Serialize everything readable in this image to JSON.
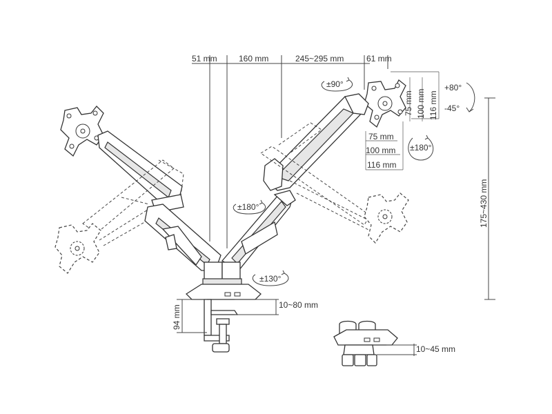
{
  "dimensions": {
    "top_51": "51 mm",
    "top_160": "160 mm",
    "top_245_295": "245~295 mm",
    "top_61": "61 mm",
    "vesa_75_h": "75 mm",
    "vesa_100_h": "100 mm",
    "vesa_116_h": "116 mm",
    "vesa_75_w": "75 mm",
    "vesa_100_w": "100 mm",
    "vesa_116_w": "116 mm",
    "height_range": "175~430 mm",
    "clamp_height": "94 mm",
    "clamp_range": "10~80 mm",
    "grommet_range": "10~45 mm"
  },
  "rotations": {
    "swivel_90": "±90°",
    "tilt_up": "+80°",
    "tilt_down": "-45°",
    "rotate_180_plate": "±180°",
    "rotate_180_elbow": "±180°",
    "rotate_130_base": "±130°"
  },
  "icons": {
    "rotation_arrow": "curved-arrow",
    "vesa_plate": "cross-plate"
  }
}
